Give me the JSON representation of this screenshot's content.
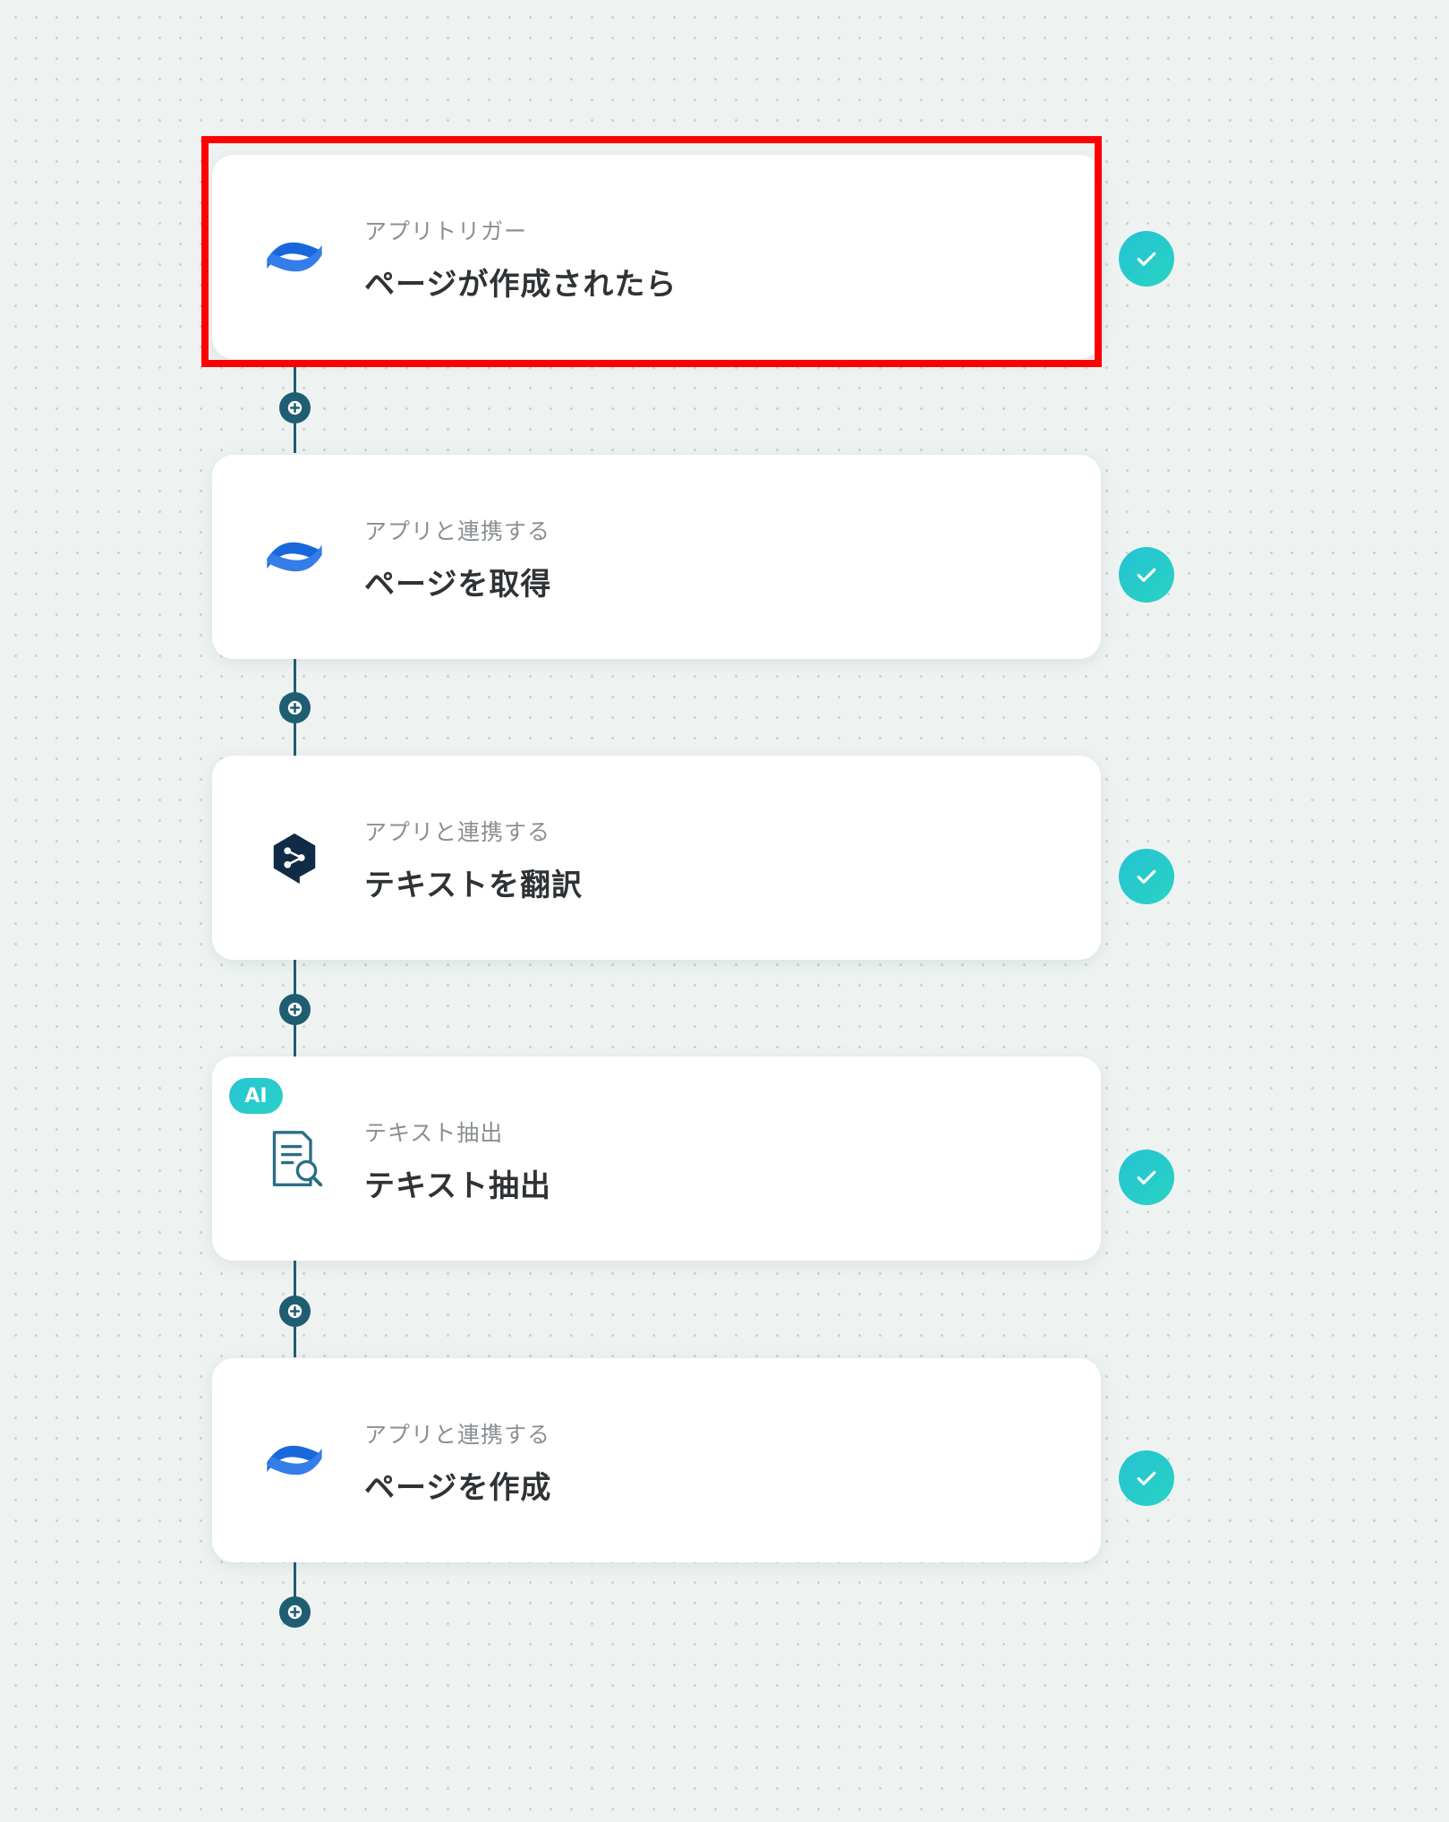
{
  "colors": {
    "accent_teal": "#26c2d4",
    "rail": "#1f5d72",
    "highlight": "#ff0000",
    "confluence_blue": "#1868db",
    "deepl_navy": "#0f2b46"
  },
  "flow": {
    "steps": [
      {
        "icon": "confluence-icon",
        "subtitle": "アプリトリガー",
        "title": "ページが作成されたら",
        "status": "completed"
      },
      {
        "icon": "confluence-icon",
        "subtitle": "アプリと連携する",
        "title": "ページを取得",
        "status": "completed"
      },
      {
        "icon": "deepl-icon",
        "subtitle": "アプリと連携する",
        "title": "テキストを翻訳",
        "status": "completed"
      },
      {
        "icon": "text-extract-icon",
        "subtitle": "テキスト抽出",
        "title": "テキスト抽出",
        "status": "completed",
        "badge": "AI"
      },
      {
        "icon": "confluence-icon",
        "subtitle": "アプリと連携する",
        "title": "ページを作成",
        "status": "completed"
      }
    ]
  }
}
